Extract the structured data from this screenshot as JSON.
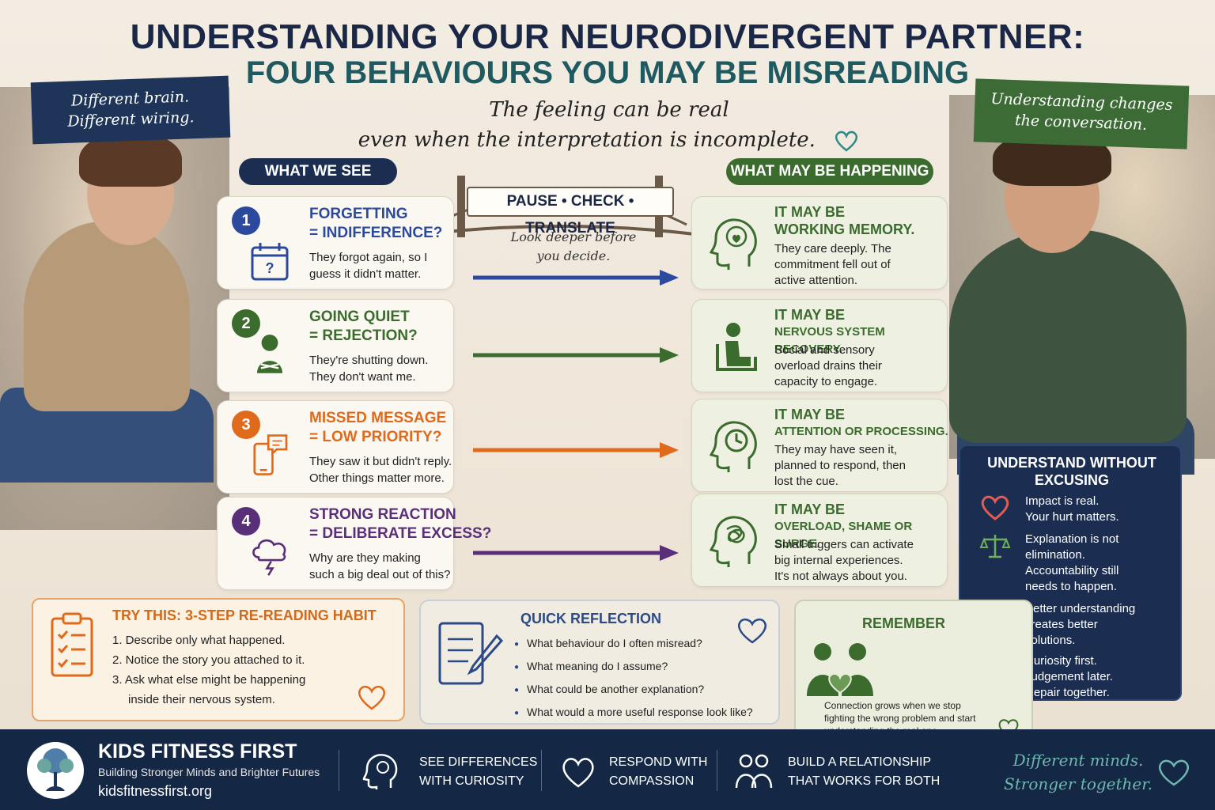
{
  "header": {
    "title": "UNDERSTANDING YOUR NEURODIVERGENT PARTNER:",
    "subtitle": "FOUR BEHAVIOURS YOU MAY BE MISREADING",
    "tagline_line1": "The feeling can be real",
    "tagline_line2": "even when the interpretation is incomplete."
  },
  "brush_left": {
    "line1": "Different brain.",
    "line2": "Different wiring."
  },
  "brush_right": {
    "line1": "Understanding changes",
    "line2": "the conversation."
  },
  "columns": {
    "left": "WHAT WE SEE",
    "right": "WHAT MAY BE HAPPENING"
  },
  "bridge": {
    "sign": "PAUSE • CHECK • TRANSLATE",
    "note_line1": "Look deeper before",
    "note_line2": "you decide."
  },
  "behaviours": [
    {
      "number": "1",
      "title_line1": "FORGETTING",
      "title_line2": "= INDIFFERENCE?",
      "text_line1": "They forgot again, so I",
      "text_line2": "guess it didn't matter.",
      "color": "#2b4a9e",
      "icon": "calendar-icon",
      "may_be": "IT MAY BE",
      "may_title": "WORKING MEMORY.",
      "may_text_line1": "They care deeply. The",
      "may_text_line2": "commitment fell out of",
      "may_text_line3": "active attention.",
      "may_icon": "brain-heart-icon"
    },
    {
      "number": "2",
      "title_line1": "GOING QUIET",
      "title_line2": "= REJECTION?",
      "text_line1": "They're shutting down.",
      "text_line2": "They don't want me.",
      "color": "#3b6b2d",
      "icon": "withdrawn-person-icon",
      "may_be": "IT MAY BE",
      "may_title": "NERVOUS SYSTEM RECOVERY.",
      "may_text_line1": "Social and sensory",
      "may_text_line2": "overload drains their",
      "may_text_line3": "capacity to engage.",
      "may_icon": "person-resting-icon"
    },
    {
      "number": "3",
      "title_line1": "MISSED MESSAGE",
      "title_line2": "= LOW PRIORITY?",
      "text_line1": "They saw it but didn't reply.",
      "text_line2": "Other things matter more.",
      "color": "#e06a1b",
      "icon": "phone-message-icon",
      "may_be": "IT MAY BE",
      "may_title": "ATTENTION OR PROCESSING.",
      "may_text_line1": "They may have seen it,",
      "may_text_line2": "planned to respond, then",
      "may_text_line3": "lost the cue.",
      "may_icon": "head-clock-icon"
    },
    {
      "number": "4",
      "title_line1": "STRONG REACTION",
      "title_line2": "= DELIBERATE EXCESS?",
      "text_line1": "Why are they making",
      "text_line2": "such a big deal out of this?",
      "color": "#5a2f7a",
      "icon": "storm-cloud-icon",
      "may_be": "IT MAY BE",
      "may_title": "OVERLOAD, SHAME OR SURGE.",
      "may_text_line1": "Small triggers can activate",
      "may_text_line2": "big internal experiences.",
      "may_text_line3": "It's not always about you.",
      "may_icon": "tangled-head-icon"
    }
  ],
  "understand": {
    "title_line1": "UNDERSTAND WITHOUT",
    "title_line2": "EXCUSING",
    "items": [
      {
        "icon": "heart-icon",
        "line1": "Impact is real.",
        "line2": "Your hurt matters.",
        "line3": "",
        "line4": ""
      },
      {
        "icon": "scales-icon",
        "line1": "Explanation is not",
        "line2": "elimination.",
        "line3": "Accountability still",
        "line4": "needs to happen."
      },
      {
        "icon": "people-icon",
        "line1": "Better understanding",
        "line2": "creates better",
        "line3": "solutions.",
        "line4": ""
      },
      {
        "icon": "tools-icon",
        "line1": "Curiosity first.",
        "line2": "Judgement later.",
        "line3": "Repair together.",
        "line4": ""
      }
    ]
  },
  "try_this": {
    "title": "TRY THIS: 3-STEP RE-READING HABIT",
    "step1": "1.  Describe only what happened.",
    "step2": "2.  Notice the story you attached to it.",
    "step3_line1": "3.  Ask what else might be happening",
    "step3_line2": "inside their nervous system."
  },
  "reflection": {
    "title": "QUICK REFLECTION",
    "q1": "What behaviour do I often misread?",
    "q2": "What meaning do I assume?",
    "q3": "What could be another explanation?",
    "q4": "What would a more useful response look like?"
  },
  "remember": {
    "title": "REMEMBER",
    "text_line1": "Connection grows when we stop",
    "text_line2": "fighting the wrong problem and start",
    "text_line3": "understanding the real one."
  },
  "footer": {
    "brand": "KIDS FITNESS FIRST",
    "brand_sub": "Building Stronger Minds and Brighter Futures",
    "url": "kidsfitnessfirst.org",
    "item1_line1": "SEE DIFFERENCES",
    "item1_line2": "WITH CURIOSITY",
    "item2_line1": "RESPOND WITH",
    "item2_line2": "COMPASSION",
    "item3_line1": "BUILD A RELATIONSHIP",
    "item3_line2": "THAT WORKS FOR BOTH",
    "quote_line1": "Different minds.",
    "quote_line2": "Stronger together."
  }
}
